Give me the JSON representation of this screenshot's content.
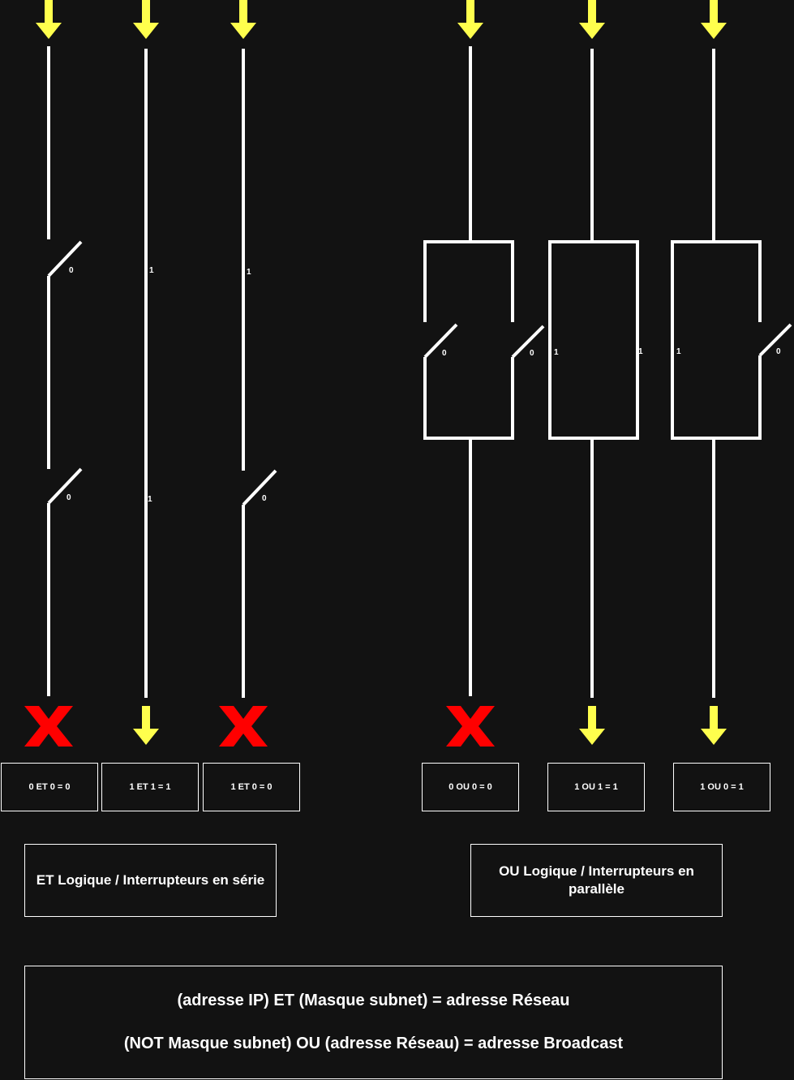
{
  "colors": {
    "background": "#121212",
    "wire": "#ffffff",
    "current_arrow": "#ffff4d",
    "blocked": "#ff0000"
  },
  "series": {
    "caption": "ET Logique / Interrupteurs en série",
    "circuits": [
      {
        "switches": [
          "0",
          "0"
        ],
        "result": "0 ET 0 = 0",
        "output": "blocked"
      },
      {
        "switches": [
          "1",
          "1"
        ],
        "result": "1 ET 1 = 1",
        "output": "current"
      },
      {
        "switches": [
          "1",
          "0"
        ],
        "result": "1 ET 0 = 0",
        "output": "blocked"
      }
    ]
  },
  "parallel": {
    "caption": "OU Logique / Interrupteurs en parallèle",
    "circuits": [
      {
        "switches": [
          "0",
          "0"
        ],
        "result": "0 OU 0 = 0",
        "output": "blocked"
      },
      {
        "switches": [
          "1",
          "1"
        ],
        "result": "1 OU 1 = 1",
        "output": "current"
      },
      {
        "switches": [
          "1",
          "0"
        ],
        "result": "1 OU 0 = 1",
        "output": "current"
      }
    ]
  },
  "formulas": [
    "(adresse IP) ET (Masque subnet) = adresse Réseau",
    "(NOT Masque subnet) OU (adresse Réseau) = adresse Broadcast"
  ]
}
